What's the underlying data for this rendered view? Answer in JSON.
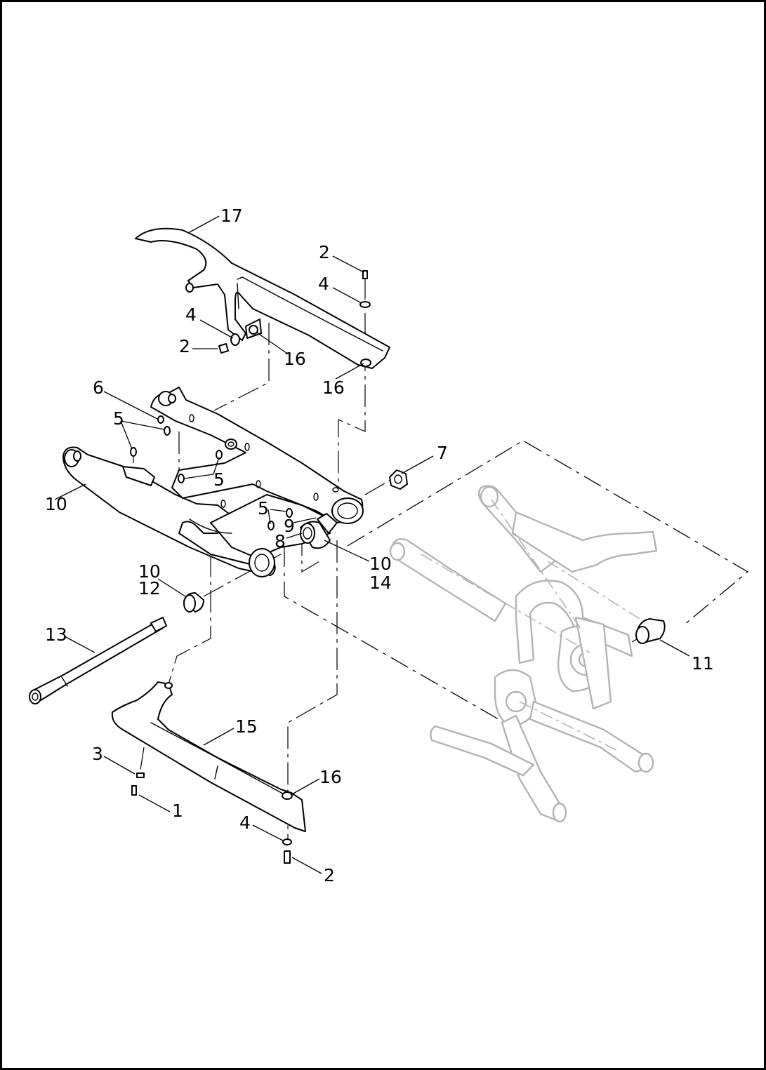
{
  "diagram": {
    "callouts": [
      {
        "id": "c17",
        "text": "17"
      },
      {
        "id": "c2a",
        "text": "2"
      },
      {
        "id": "c4a",
        "text": "4"
      },
      {
        "id": "c4b",
        "text": "4"
      },
      {
        "id": "c2b",
        "text": "2"
      },
      {
        "id": "c16a",
        "text": "16"
      },
      {
        "id": "c16b",
        "text": "16"
      },
      {
        "id": "c6",
        "text": "6"
      },
      {
        "id": "c5a",
        "text": "5"
      },
      {
        "id": "c5b",
        "text": "5"
      },
      {
        "id": "c5c",
        "text": "5"
      },
      {
        "id": "c7",
        "text": "7"
      },
      {
        "id": "c10a",
        "text": "10"
      },
      {
        "id": "c9",
        "text": "9"
      },
      {
        "id": "c8",
        "text": "8"
      },
      {
        "id": "c10b",
        "text": "10"
      },
      {
        "id": "c14",
        "text": "14"
      },
      {
        "id": "c10c",
        "text": "10"
      },
      {
        "id": "c12",
        "text": "12"
      },
      {
        "id": "c13",
        "text": "13"
      },
      {
        "id": "c11",
        "text": "11"
      },
      {
        "id": "c15",
        "text": "15"
      },
      {
        "id": "c3",
        "text": "3"
      },
      {
        "id": "c16c",
        "text": "16"
      },
      {
        "id": "c1",
        "text": "1"
      },
      {
        "id": "c4c",
        "text": "4"
      },
      {
        "id": "c2c",
        "text": "2"
      }
    ],
    "colors": {
      "line": "#000000",
      "frame_ghost": "#b3b3b3",
      "background": "#ffffff"
    }
  }
}
